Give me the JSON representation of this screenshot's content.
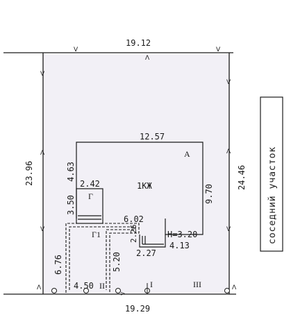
{
  "plot": {
    "top_length": "19.12",
    "bottom_length": "19.29",
    "left_length": "23.96",
    "right_length": "24.46",
    "left_lower_length": "6.76",
    "neighbor_label": "соседний участок"
  },
  "house": {
    "main_label": "1КЖ",
    "main_letter": "А",
    "top_width": "12.57",
    "right_height": "9.70",
    "left_upper_height": "4.63",
    "step_width": "4.13",
    "height_note": "H=3.20"
  },
  "annex_g": {
    "letter": "Г",
    "width": "2.42",
    "height": "3.50"
  },
  "annex_g1": {
    "letter": "Г1",
    "width": "6.02",
    "small_a": "2.26",
    "small_b": "2.27",
    "depth": "5.20",
    "base": "4.50"
  },
  "roman": {
    "r1": "I",
    "r2": "II",
    "r3": "III"
  },
  "marks": {
    "v": "V",
    "caret": "Λ",
    "gt": ">",
    "lt": "<"
  }
}
